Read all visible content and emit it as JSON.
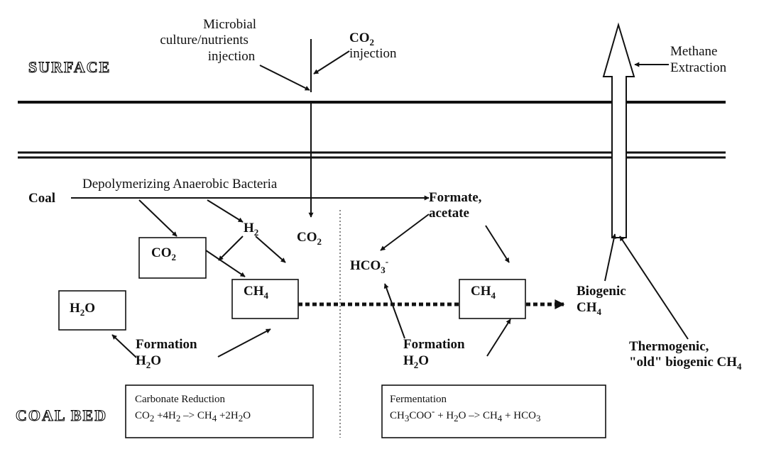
{
  "surface_label": "SURFACE",
  "coal_bed_label": "COAL BED",
  "microbial_injection": [
    "Microbial",
    "culture/nutrients",
    "injection"
  ],
  "co2_injection": {
    "co": "CO",
    "sub": "2",
    "text": "injection"
  },
  "methane_extraction": [
    "Methane",
    "Extraction"
  ],
  "coal_label": "Coal",
  "depolymerizing_label": "Depolymerizing Anaerobic Bacteria",
  "formate_acetate": [
    "Formate,",
    "acetate"
  ],
  "h2": {
    "text": "H",
    "sub": "2"
  },
  "co2_box": {
    "text": "CO",
    "sub": "2"
  },
  "co2_free": {
    "text": "CO",
    "sub": "2"
  },
  "hco3": {
    "text": "HCO",
    "sub": "3",
    "sup": "-"
  },
  "ch4_left": {
    "text": "CH",
    "sub": "4"
  },
  "ch4_right": {
    "text": "CH",
    "sub": "4"
  },
  "h2o_box": {
    "text": "H",
    "sub": "2",
    "tail": "O"
  },
  "formation_h2o_left": {
    "line1": "Formation",
    "h": "H",
    "sub": "2",
    "o": "O"
  },
  "formation_h2o_right": {
    "line1": "Formation",
    "h": "H",
    "sub": "2",
    "o": "O"
  },
  "biogenic_ch4": {
    "line1": "Biogenic",
    "ch": "CH",
    "sub": "4"
  },
  "thermogenic": {
    "line1": "Thermogenic,",
    "line2": "\"old\" biogenic CH",
    "sub": "4"
  },
  "carbonate_reduction": {
    "title": "Carbonate Reduction",
    "equation": {
      "p1": "CO",
      "s1": "2",
      "p2": " +4H",
      "s2": "2",
      "p3": " –> CH",
      "s3": "4",
      "p4": " +2H",
      "s4": "2",
      "p5": "O"
    }
  },
  "fermentation": {
    "title": "Fermentation",
    "equation": {
      "p1": "CH",
      "s1": "3",
      "p2": "COO",
      "sup1": "-",
      "p3": " + H",
      "s2": "2",
      "p4": "O –> CH",
      "s3": "4",
      "p5": " + HCO",
      "s4": "3"
    }
  }
}
